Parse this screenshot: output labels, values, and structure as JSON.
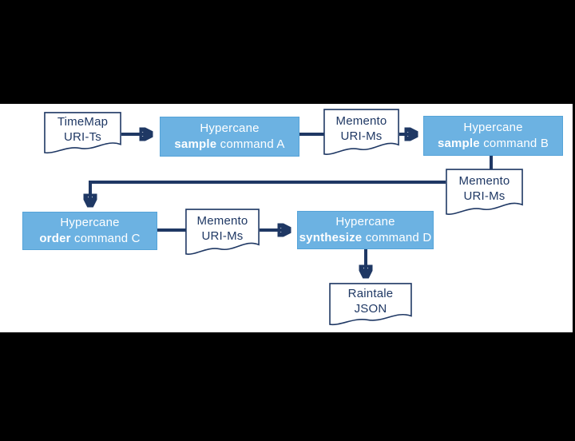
{
  "colors": {
    "background": "#000000",
    "canvas": "#ffffff",
    "accent": "#1f3864",
    "box_fill": "#6cb2e2",
    "box_border": "#55a3d8",
    "box_text": "#ffffff"
  },
  "nodes": {
    "timemap": {
      "line1": "TimeMap",
      "line2": "URI-Ts"
    },
    "box_a": {
      "title": "Hypercane",
      "bold": "sample",
      "rest": " command A"
    },
    "memento1": {
      "line1": "Memento",
      "line2": "URI-Ms"
    },
    "box_b": {
      "title": "Hypercane",
      "bold": "sample",
      "rest": " command B"
    },
    "memento2": {
      "line1": "Memento",
      "line2": "URI-Ms"
    },
    "box_c": {
      "title": "Hypercane",
      "bold": "order",
      "rest": " command C"
    },
    "memento3": {
      "line1": "Memento",
      "line2": "URI-Ms"
    },
    "box_d": {
      "title": "Hypercane",
      "bold": "synthesize",
      "rest": " command D"
    },
    "raintale": {
      "line1": "Raintale",
      "line2": "JSON"
    }
  }
}
